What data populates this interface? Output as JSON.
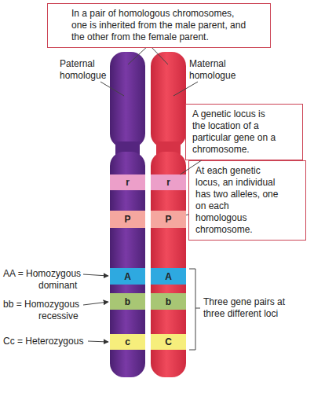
{
  "diagram": {
    "nodes": [
      {
        "text": [
          "In a pair of homologous chromosomes, one is inherited from the male parent, and the other from the female parent."
        ]
      },
      {
        "text": [
          "A genetic locus is the location of a particular gene on a chromosome."
        ]
      },
      {
        "text": [
          "At each genetic locus, an individual has two alleles, one on each homologous chromosome."
        ]
      },
      {
        "text": [
          "r"
        ]
      },
      {
        "text": [
          "r"
        ]
      },
      {
        "text": [
          "P"
        ]
      },
      {
        "text": [
          "P"
        ]
      },
      {
        "text": [
          "A"
        ]
      },
      {
        "text": [
          "A"
        ]
      },
      {
        "text": [
          "b"
        ]
      },
      {
        "text": [
          "b"
        ]
      },
      {
        "text": [
          "c"
        ]
      },
      {
        "text": [
          "C"
        ]
      }
    ],
    "edges": [
      {
        "from": 1,
        "to": 4,
        "arrow": "none"
      },
      {
        "from": 2,
        "to": 6,
        "arrow": "none"
      }
    ],
    "labels": [
      "Paternal homologue",
      "Maternal homologue",
      "AA = Homozygous dominant",
      "bb = Homozygous recessive",
      "Cc = Heterozygous",
      "Three gene pairs at three different loci"
    ]
  }
}
